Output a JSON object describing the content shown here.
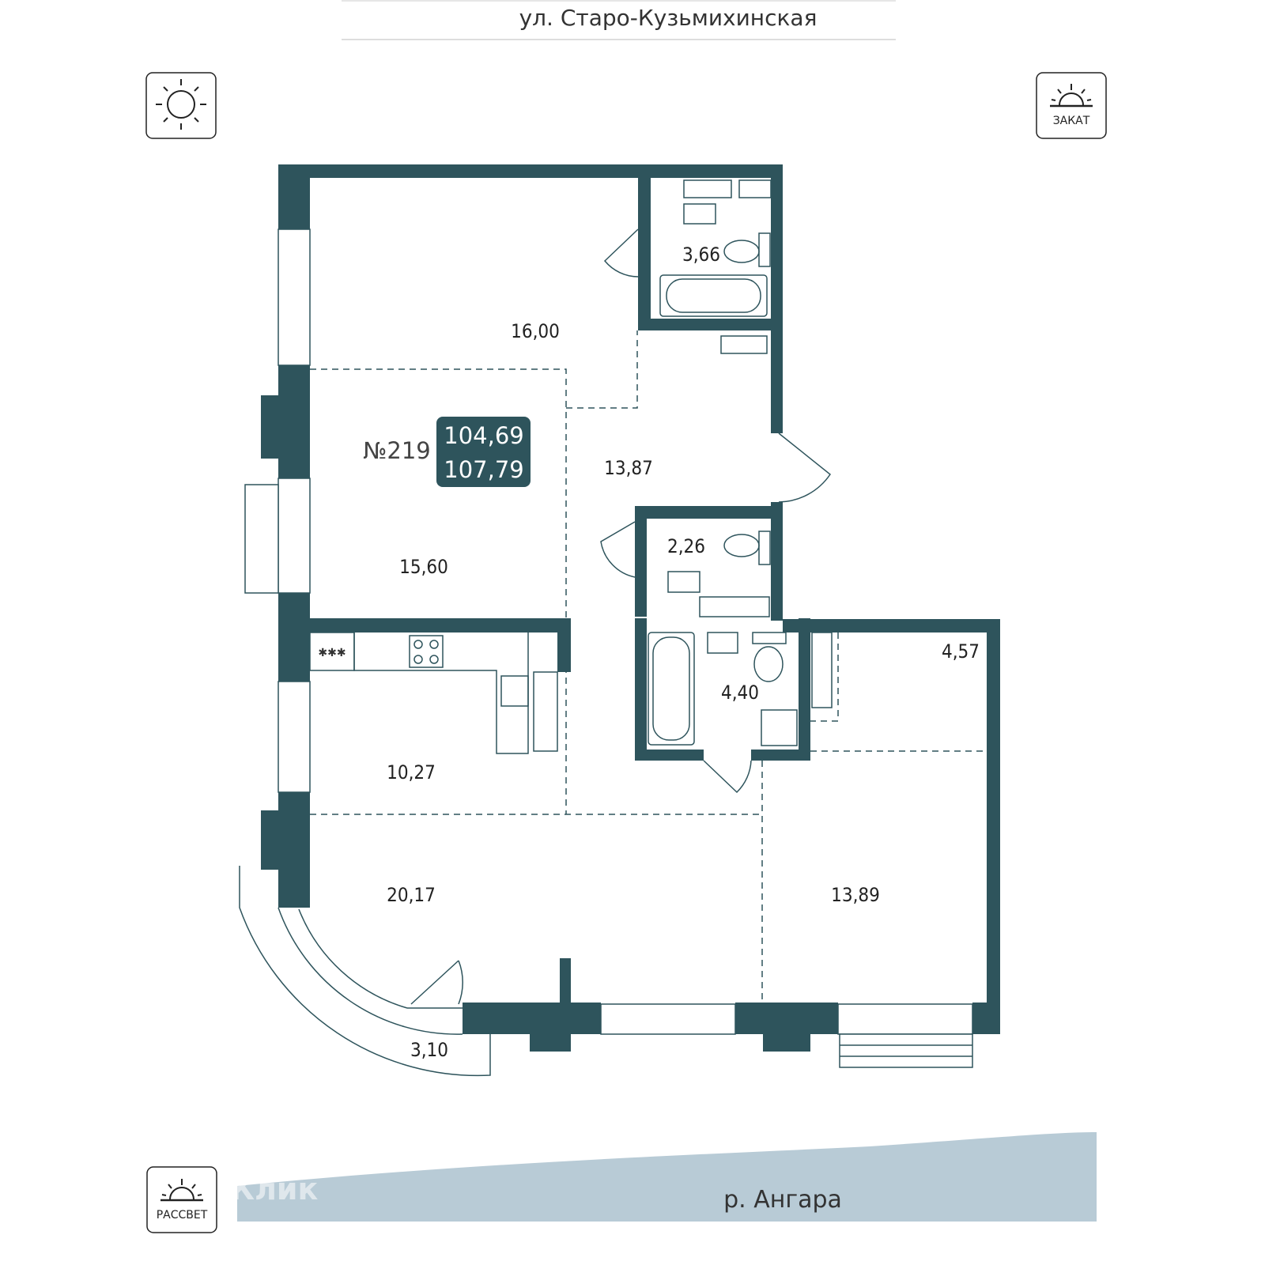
{
  "street": "ул. Старо-Кузьмихинская",
  "river": "р. Ангара",
  "sunset_label": "ЗАКАТ",
  "sunrise_label": "РАССВЕТ",
  "watermark": "ДомКлик",
  "apartment": {
    "number": "№219",
    "area_living": "104,69",
    "area_total": "107,79"
  },
  "rooms": {
    "bath1": "3,66",
    "room_top": "16,00",
    "hall": "13,87",
    "wc": "2,26",
    "room_left": "15,60",
    "kitchen": "10,27",
    "bath2": "4,40",
    "storage": "4,57",
    "living": "20,17",
    "room_right": "13,89",
    "balcony": "3,10"
  },
  "colors": {
    "wall": "#2e545c",
    "river": "#b8cbd6",
    "badge": "#2e545c"
  },
  "icons": {
    "sun": "sun-icon",
    "sunset": "sunset-icon",
    "sunrise": "sunrise-icon"
  }
}
